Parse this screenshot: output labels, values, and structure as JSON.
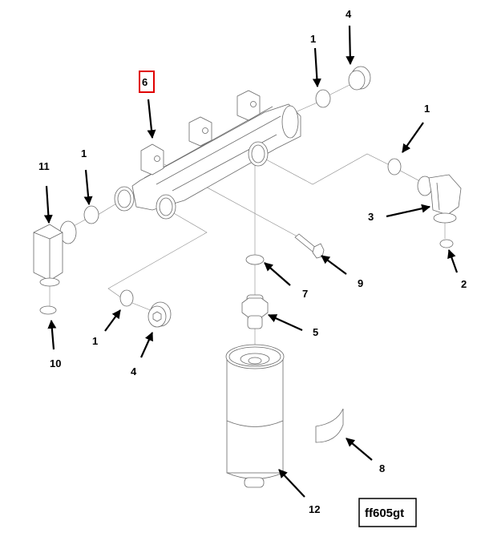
{
  "diagram": {
    "title": "Fuel filter head assembly exploded view",
    "reference_code": "ff605gt",
    "highlight_color": "#e00000",
    "highlighted_callout": "6",
    "callouts": [
      {
        "id": "c6",
        "label": "6",
        "part": "fuel-manifold"
      },
      {
        "id": "c1a",
        "label": "1",
        "part": "o-ring-top"
      },
      {
        "id": "c4a",
        "label": "4",
        "part": "plug-top"
      },
      {
        "id": "c1b",
        "label": "1",
        "part": "o-ring-right"
      },
      {
        "id": "c11",
        "label": "11",
        "part": "elbow-sensor"
      },
      {
        "id": "c1c",
        "label": "1",
        "part": "o-ring-left"
      },
      {
        "id": "c3",
        "label": "3",
        "part": "elbow-fitting"
      },
      {
        "id": "c2",
        "label": "2",
        "part": "o-ring-elbow-bottom"
      },
      {
        "id": "c9",
        "label": "9",
        "part": "bolt"
      },
      {
        "id": "c7",
        "label": "7",
        "part": "o-ring-filter"
      },
      {
        "id": "c1d",
        "label": "1",
        "part": "o-ring-bottom-left"
      },
      {
        "id": "c4b",
        "label": "4",
        "part": "plug-hex"
      },
      {
        "id": "c10",
        "label": "10",
        "part": "o-ring-sensor-bottom"
      },
      {
        "id": "c5",
        "label": "5",
        "part": "nipple-adapter"
      },
      {
        "id": "c8",
        "label": "8",
        "part": "label"
      },
      {
        "id": "c12",
        "label": "12",
        "part": "fuel-filter"
      }
    ]
  }
}
